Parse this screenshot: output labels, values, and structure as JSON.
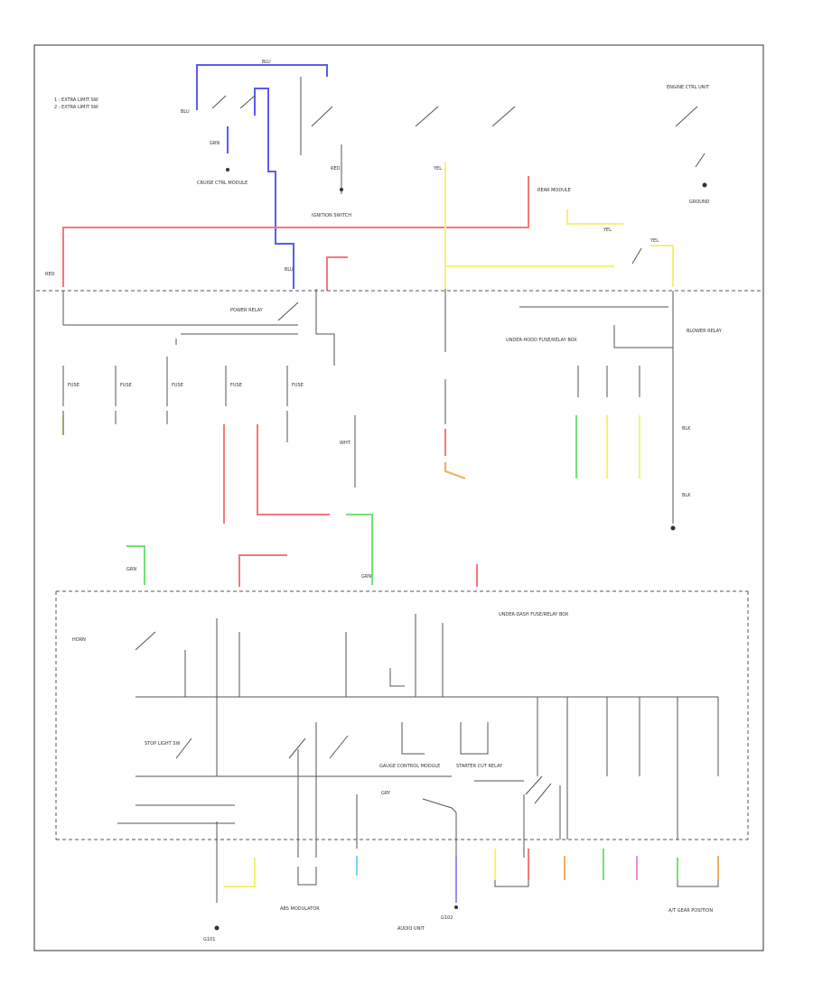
{
  "legend": {
    "line1": "1 : EXTRA LIMIT SW",
    "line2": "2 : EXTRA LIMIT SW"
  },
  "labels": {
    "blu_top": "BLU",
    "grn_stub": "GRN",
    "blu_left": "BLU",
    "blu_mid": "BLU",
    "red_left": "RED",
    "red_ign": "RED",
    "yel_1": "YEL",
    "yel_2": "YEL",
    "yel_3": "YEL",
    "blk_right": "BLK",
    "blk_right2": "BLK",
    "wht_mid": "WHT",
    "grn_low": "GRN",
    "grn_mid": "GRN",
    "gry_bot": "GRY",
    "g101": "G101",
    "g102": "G102",
    "fuse_1": "FUSE",
    "fuse_2": "FUSE",
    "fuse_3": "FUSE",
    "fuse_4": "FUSE",
    "fuse_5": "FUSE"
  },
  "blocks": {
    "top_left_module": "CRUISE CTRL MODULE",
    "ign_switch": "IGNITION SWITCH",
    "relay_box": "POWER RELAY",
    "right_top": "ENGINE CTRL UNIT",
    "right_ground": "GROUND",
    "rear_module": "REAR MODULE",
    "under_dash": "UNDER-DASH FUSE/RELAY BOX",
    "hood_box": "UNDER-HOOD FUSE/RELAY BOX",
    "blower": "BLOWER RELAY",
    "horn": "HORN",
    "stop_light": "STOP LIGHT SW",
    "bottom_left": "ABS MODULATOR",
    "bottom_mid": "AUDIO UNIT",
    "bottom_right": "A/T GEAR POSITION",
    "gauge": "GAUGE CONTROL MODULE",
    "starter": "STARTER CUT RELAY"
  },
  "colors": {
    "blue": "#5b5bf0",
    "red": "#f27a7a",
    "yellow": "#f2f27a",
    "green": "#74e374",
    "cyan": "#7ad6f0",
    "orange": "#f2b05a",
    "purple": "#a38af0",
    "pink": "#f28ae0",
    "ink": "#333333"
  }
}
